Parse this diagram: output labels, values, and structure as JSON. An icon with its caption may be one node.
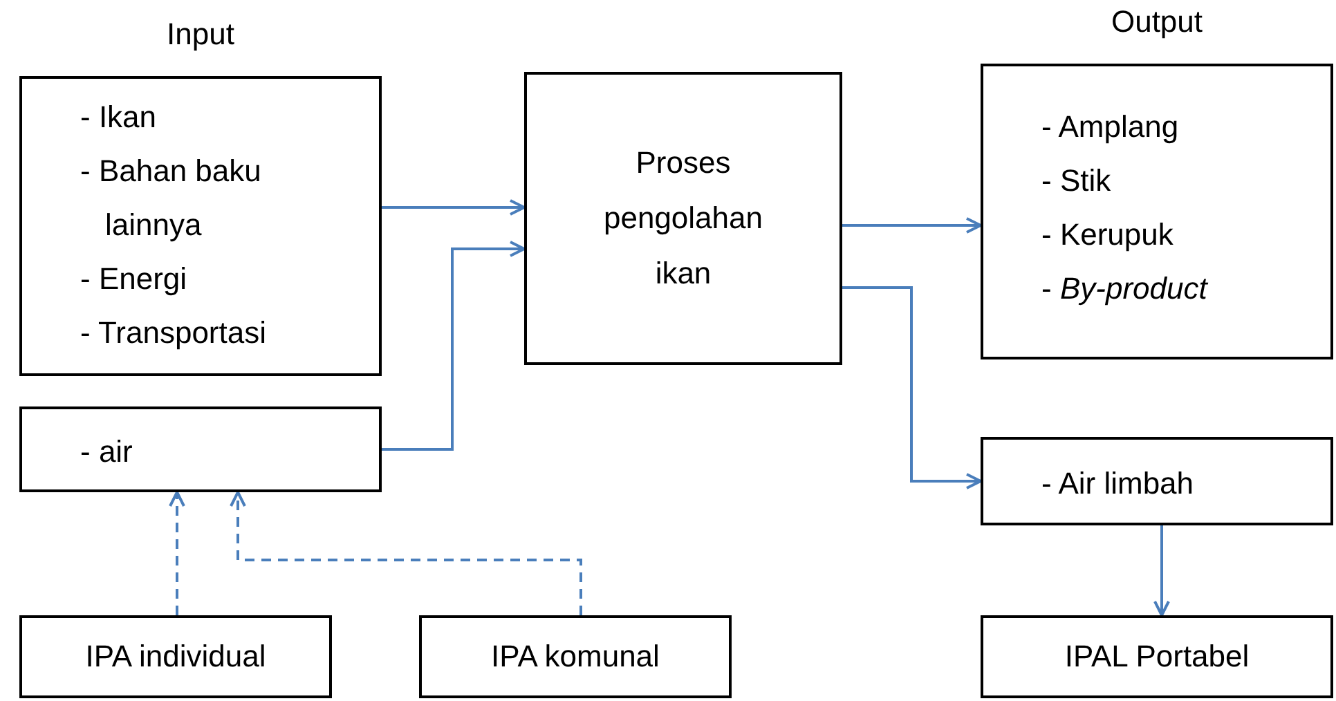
{
  "diagram": {
    "nodes": [
      {
        "text": [
          "Input",
          "- Ikan",
          "- Bahan baku lainnya",
          "- Energi",
          "- Transportasi"
        ]
      },
      {
        "text": [
          "Proses pengolahan ikan"
        ]
      },
      {
        "text": [
          "Output",
          "- Amplang",
          "- Stik",
          "- Kerupuk",
          "- *By-product*"
        ]
      },
      {
        "text": [
          "- air"
        ]
      },
      {
        "text": [
          "- Air limbah"
        ]
      },
      {
        "text": [
          "IPA individual"
        ]
      },
      {
        "text": [
          "IPA komunal"
        ]
      },
      {
        "text": [
          "IPAL Portabel"
        ]
      }
    ],
    "edges": [
      {
        "from": 0,
        "to": 1,
        "arrow": "to"
      },
      {
        "from": 3,
        "to": 1,
        "arrow": "to"
      },
      {
        "from": 1,
        "to": 2,
        "arrow": "to"
      },
      {
        "from": 1,
        "to": 4,
        "arrow": "to"
      },
      {
        "from": 4,
        "to": 7,
        "arrow": "to"
      },
      {
        "from": 5,
        "to": 3,
        "arrow": "to",
        "style": "dashed"
      },
      {
        "from": 6,
        "to": 3,
        "arrow": "to",
        "style": "dashed"
      }
    ]
  }
}
